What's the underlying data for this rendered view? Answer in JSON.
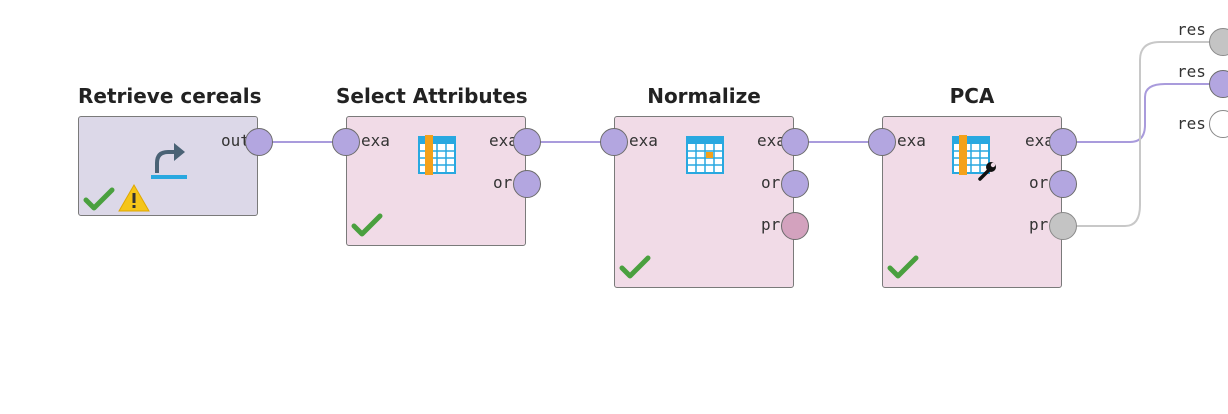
{
  "operators": {
    "retrieve": {
      "title": "Retrieve cereals",
      "out_label": "out"
    },
    "select": {
      "title": "Select Attributes",
      "in_label": "exa",
      "out1_label": "exa",
      "out2_label": "ori"
    },
    "normalize": {
      "title": "Normalize",
      "in_label": "exa",
      "out1_label": "exa",
      "out2_label": "ori",
      "out3_label": "pre"
    },
    "pca": {
      "title": "PCA",
      "in_label": "exa",
      "out1_label": "exa",
      "out2_label": "ori",
      "out3_label": "pre"
    }
  },
  "results": {
    "res1": "res",
    "res2": "res",
    "res3": "res"
  },
  "icons": {
    "retrieve": "retrieve-arrow-icon",
    "select": "table-select-columns-icon",
    "normalize": "table-normalize-icon",
    "pca": "table-wrench-icon",
    "status_ok": "checkmark-icon",
    "status_warning": "warning-triangle-icon"
  },
  "colors": {
    "wire_data": "#a99bdc",
    "wire_model": "#c8c8c8",
    "port_data": "#b3a6e0",
    "port_model": "#c4c4c4",
    "port_preproc": "#d3a2be",
    "retrieve_bg": "#dcd8e8",
    "operator_bg": "#f1dbe7",
    "check_green": "#4aa03f",
    "warning_yellow": "#f5c518"
  }
}
